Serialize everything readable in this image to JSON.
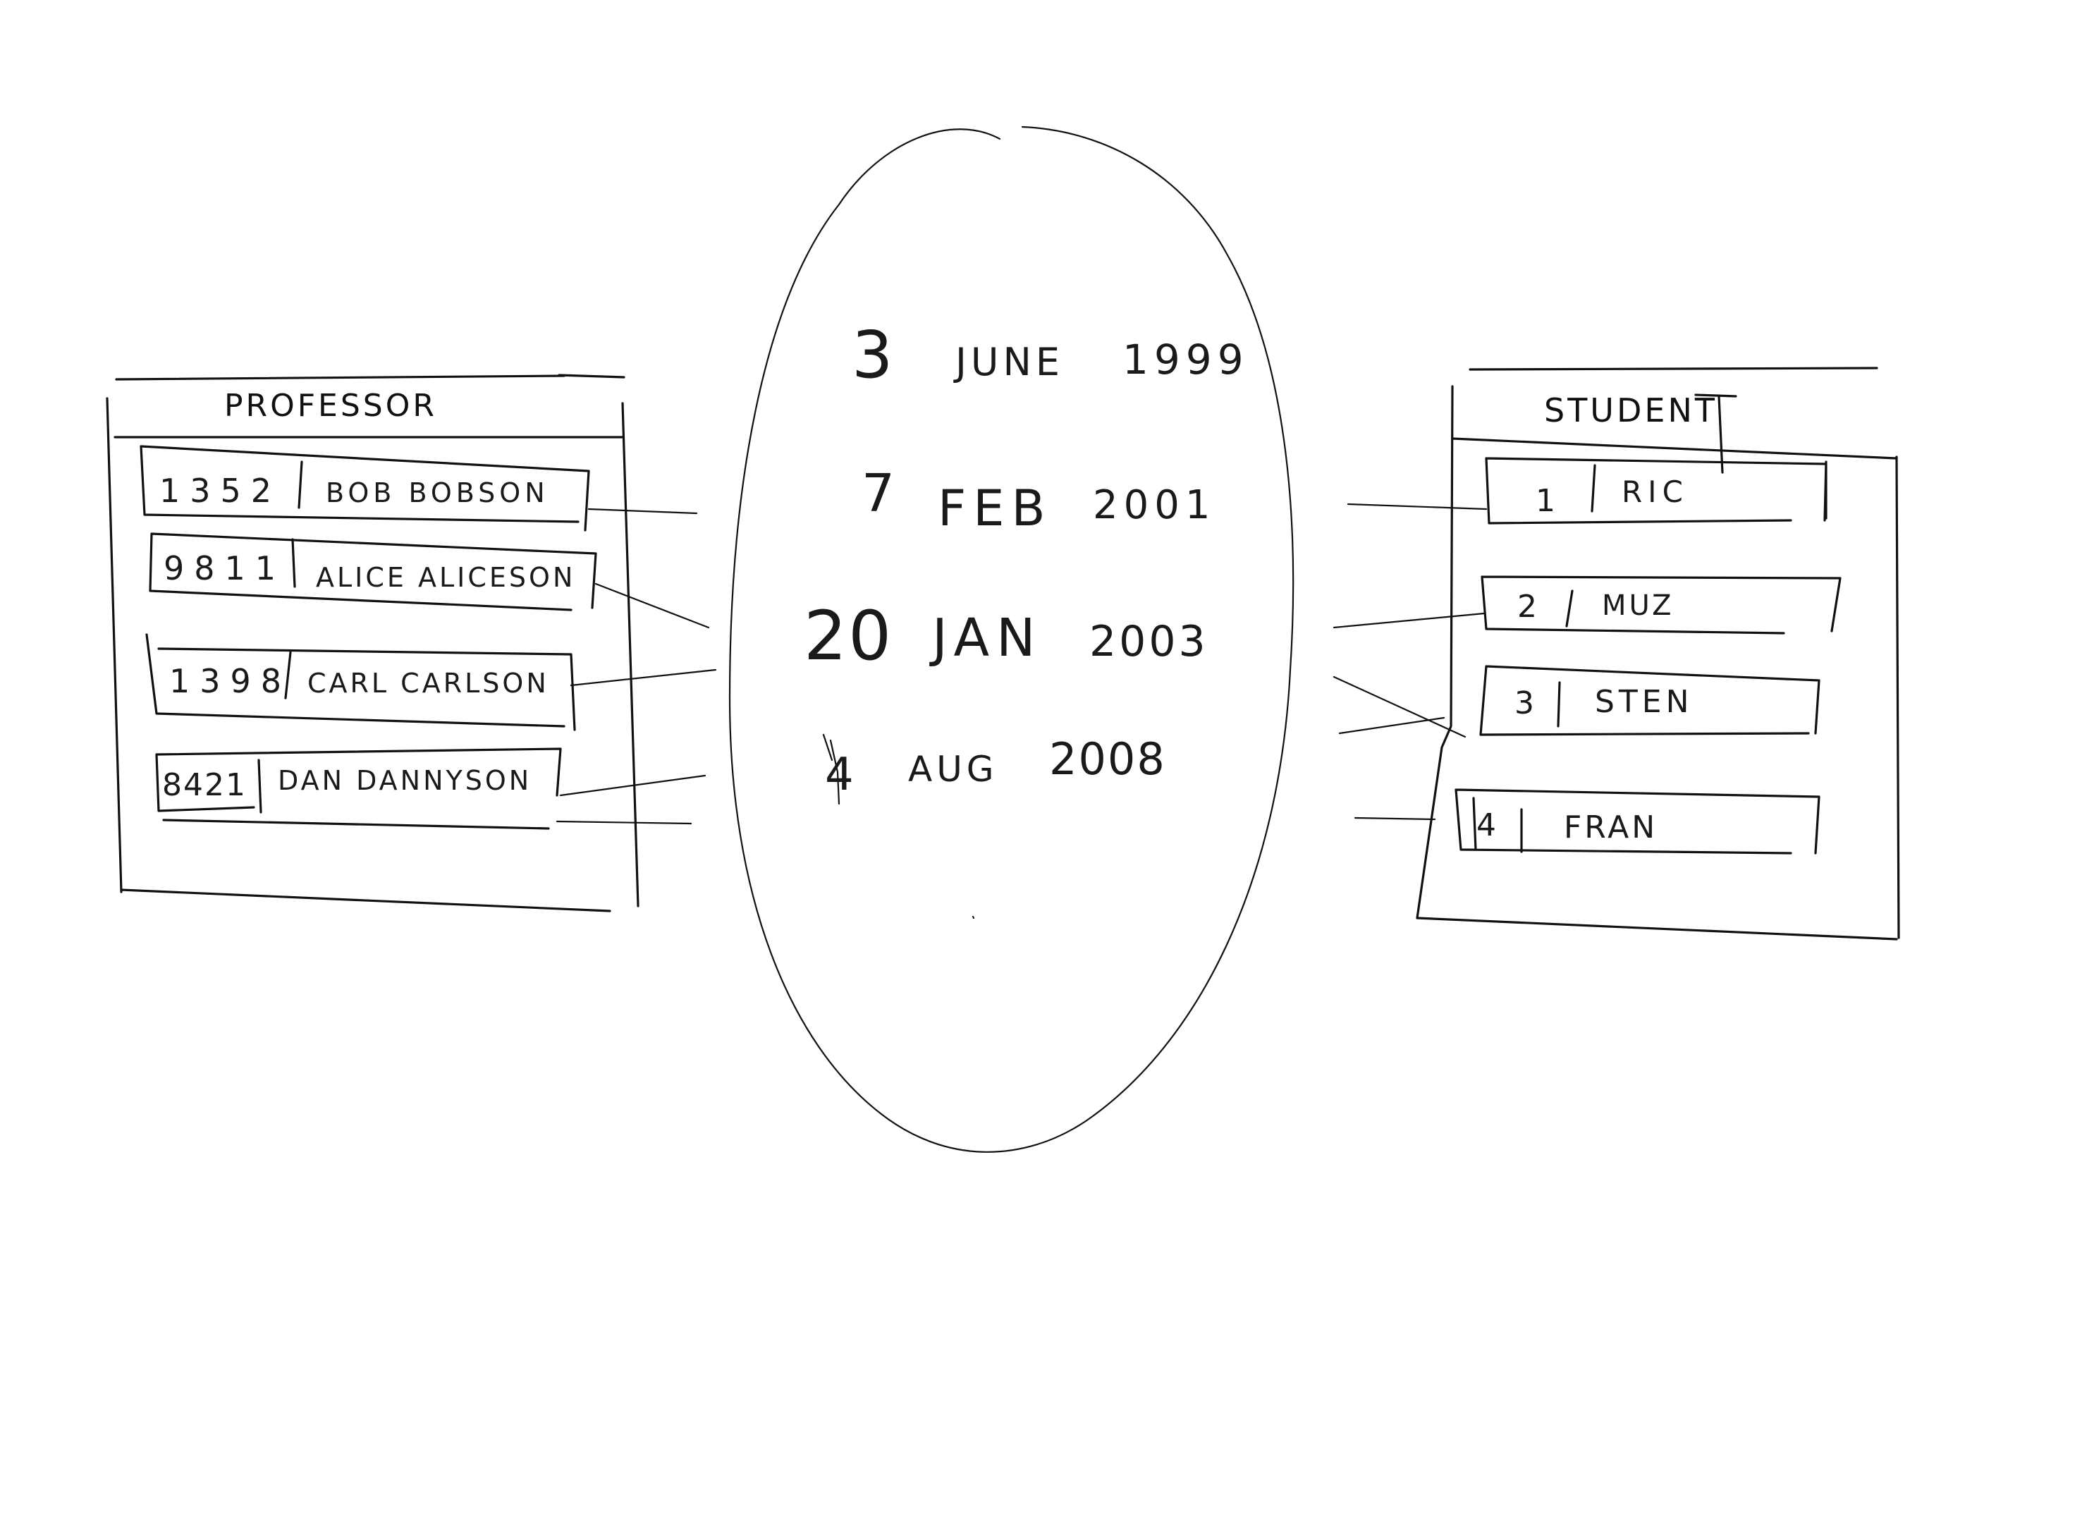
{
  "professor": {
    "title": "PROFESSOR",
    "rows": [
      {
        "id": "1352",
        "name": "BOB BOBSON"
      },
      {
        "id": "9811",
        "name": "ALICE ALICESON"
      },
      {
        "id": "1398",
        "name": "CARL CARLSON"
      },
      {
        "id": "8421",
        "name": "DAN DANNYSON"
      }
    ]
  },
  "student": {
    "title": "STUDENT",
    "rows": [
      {
        "id": "1",
        "name": "RIC"
      },
      {
        "id": "2",
        "name": "MUZ"
      },
      {
        "id": "3",
        "name": "STEN"
      },
      {
        "id": "4",
        "name": "FRAN"
      }
    ]
  },
  "dates": [
    {
      "day": "3",
      "month": "JUNE",
      "year": "1999"
    },
    {
      "day": "7",
      "month": "FEB",
      "year": "2001"
    },
    {
      "day": "20",
      "month": "JAN",
      "year": "2003"
    },
    {
      "day": "4",
      "month": "AUG",
      "year": "2008"
    }
  ]
}
